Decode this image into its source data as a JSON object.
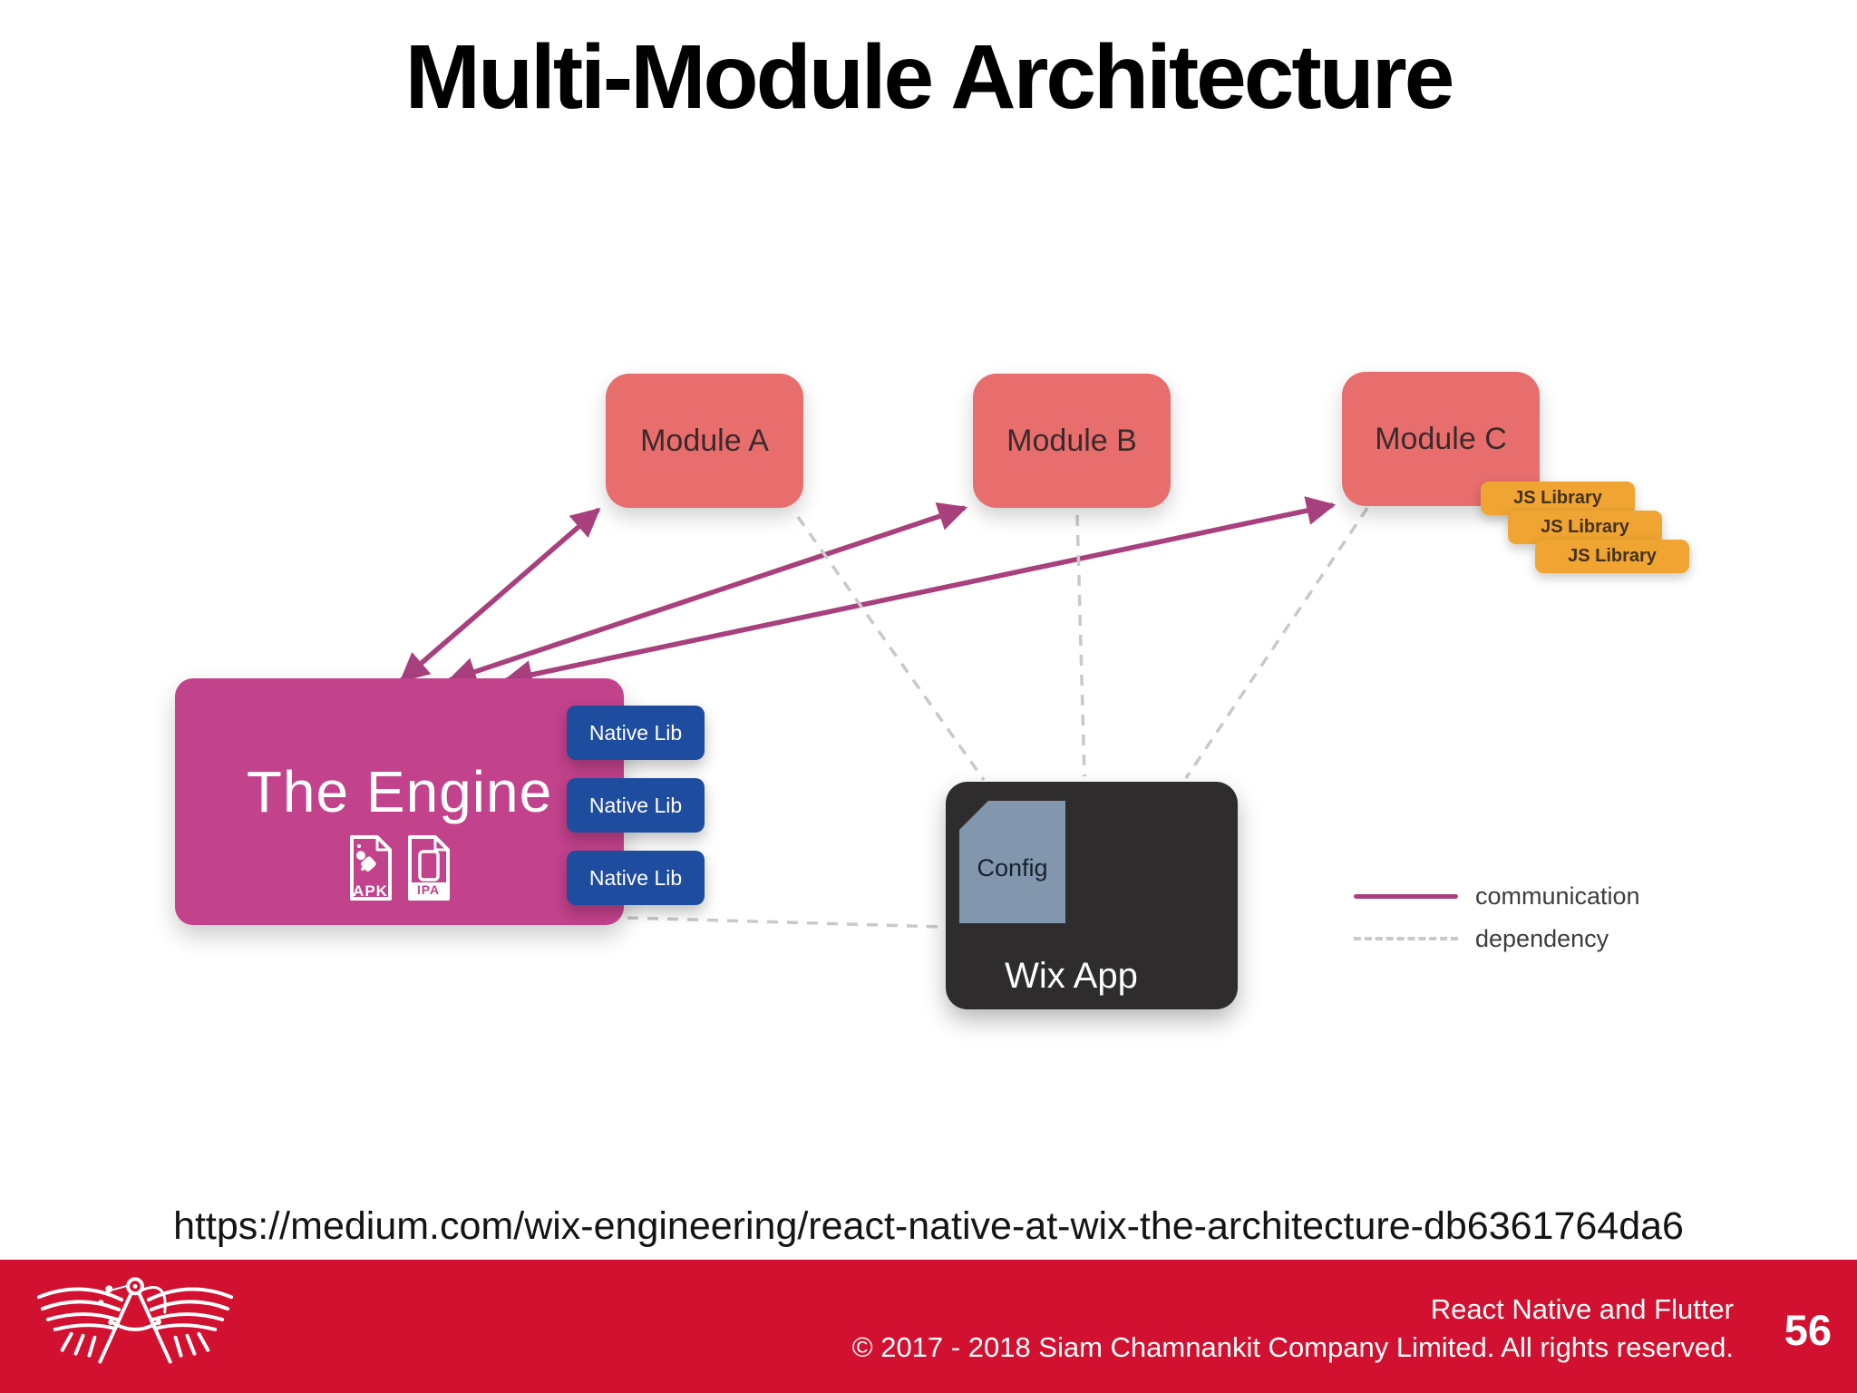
{
  "slide": {
    "title": "Multi-Module Architecture",
    "source_url": "https://medium.com/wix-engineering/react-native-at-wix-the-architecture-db6361764da6"
  },
  "diagram": {
    "modules": [
      {
        "label": "Module A"
      },
      {
        "label": "Module B"
      },
      {
        "label": "Module C"
      }
    ],
    "js_libraries": [
      "JS Library",
      "JS Library",
      "JS Library"
    ],
    "engine": {
      "label": "The Engine",
      "badges": [
        {
          "label": "APK"
        },
        {
          "label": "IPA"
        }
      ],
      "native_libs": [
        "Native Lib",
        "Native Lib",
        "Native Lib"
      ]
    },
    "wix_app": {
      "label": "Wix App",
      "config_label": "Config"
    },
    "legend": [
      {
        "style": "solid",
        "label": "communication"
      },
      {
        "style": "dashed",
        "label": "dependency"
      }
    ],
    "colors": {
      "module": "#e86e6e",
      "js_library": "#f0a431",
      "engine": "#c2428c",
      "native_lib": "#1e4c9f",
      "wix_app": "#2f2c2e",
      "config_doc": "#8296ad",
      "communication": "#a9407e",
      "dependency": "#c9c9c9",
      "footer_bar": "#d2102f"
    }
  },
  "footer": {
    "presentation_title": "React Native and Flutter",
    "copyright": "© 2017 - 2018 Siam Chamnankit Company Limited. All rights reserved.",
    "page_number": "56"
  }
}
